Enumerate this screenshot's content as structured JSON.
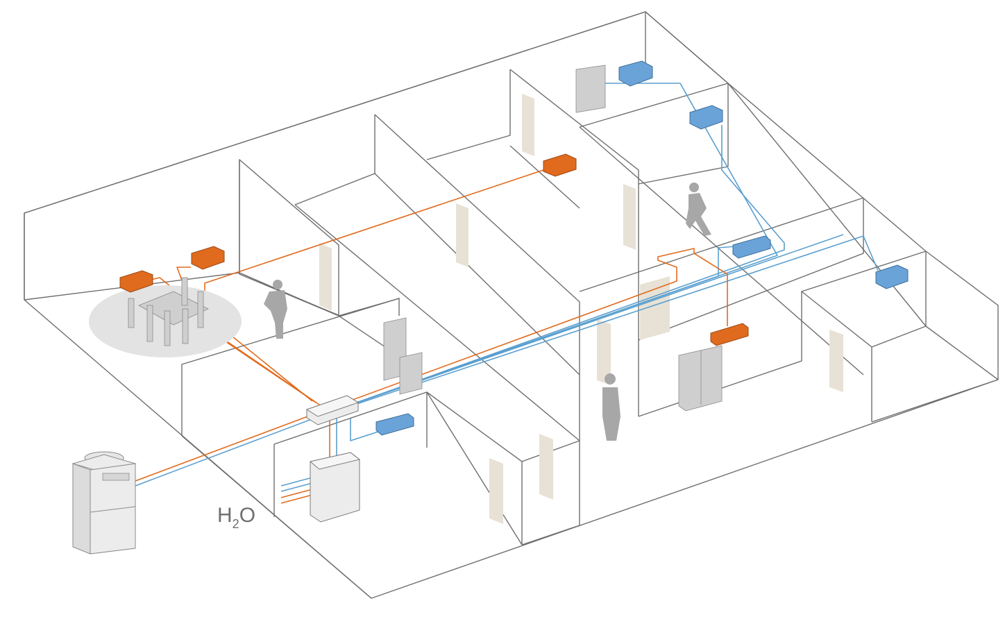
{
  "labels": {
    "water_main": "H",
    "water_sub": "2",
    "water_tail": "O"
  },
  "colors": {
    "heating_pipe": "#e26a1c",
    "cooling_pipe": "#5a9fcf",
    "heating_unit": "#e06a1e",
    "cooling_unit": "#6aa3d8",
    "door": "#e8e2d6",
    "wall_line": "#6e6e6e",
    "people": "#a7a7a7"
  },
  "icons": {
    "outdoor_unit": "outdoor-condenser-icon",
    "branch_box": "branch-controller-icon",
    "hydro_box": "hydro-box-icon",
    "indoor_heating": "ceiling-cassette-heating-icon",
    "indoor_cooling": "ceiling-cassette-cooling-icon"
  }
}
